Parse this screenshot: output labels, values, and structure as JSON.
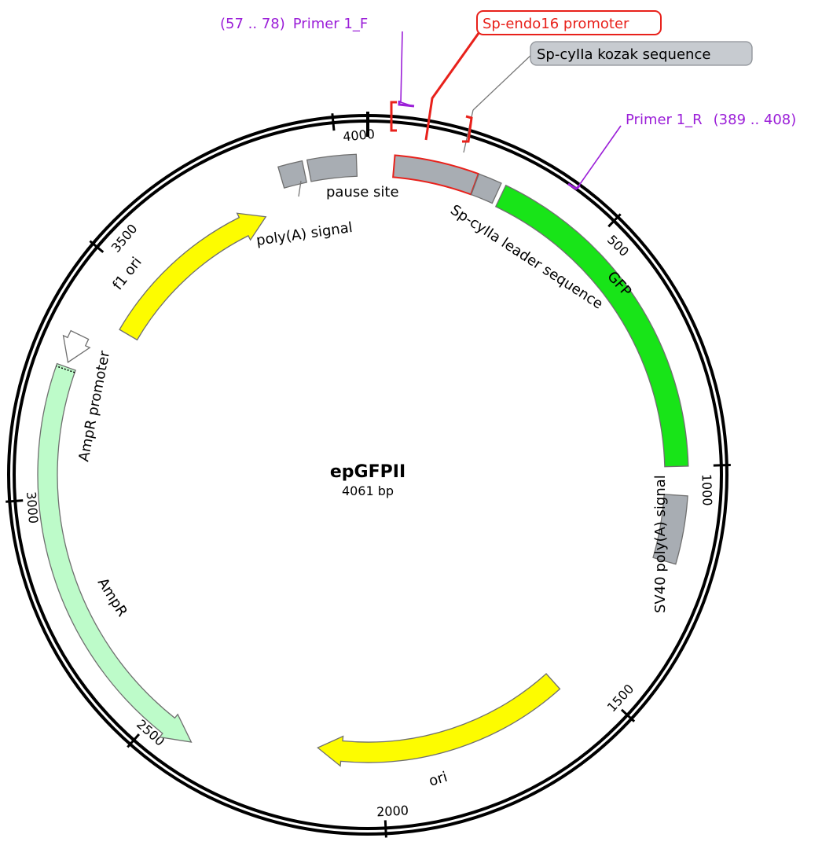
{
  "map": {
    "name": "epGFPII",
    "length_label": "4061 bp",
    "total_bp": 4061
  },
  "ticks": [
    {
      "bp": 500,
      "label": "500"
    },
    {
      "bp": 1000,
      "label": "1000"
    },
    {
      "bp": 1500,
      "label": "1500"
    },
    {
      "bp": 2000,
      "label": "2000"
    },
    {
      "bp": 2500,
      "label": "2500"
    },
    {
      "bp": 3000,
      "label": "3000"
    },
    {
      "bp": 3500,
      "label": "3500"
    },
    {
      "bp": 4000,
      "label": "4000"
    }
  ],
  "features": [
    {
      "id": "sp-endo16-promoter",
      "name": "Sp-endo16 promoter",
      "start": 57,
      "end": 230,
      "type": "box",
      "color": "#a8adb3",
      "outline": "#e8211b"
    },
    {
      "id": "sp-cyiia-kozak",
      "name": "Sp-cyIIa kozak sequence",
      "start": 231,
      "end": 280,
      "type": "box",
      "color": "#a8adb3"
    },
    {
      "id": "sp-cyiia-leader",
      "name": "Sp-cyIIa leader sequence",
      "start": 281,
      "end": 290,
      "type": "box",
      "color": "#a8adb3"
    },
    {
      "id": "gfp",
      "name": "GFP",
      "start": 280,
      "end": 1000,
      "type": "arc",
      "color": "#18e418"
    },
    {
      "id": "sv40-polya",
      "name": "SV40 poly(A) signal",
      "start": 1060,
      "end": 1200,
      "type": "box",
      "color": "#a8adb3"
    },
    {
      "id": "ori",
      "name": "ori",
      "start": 1560,
      "end": 2150,
      "type": "arrow",
      "color": "#fdfc00"
    },
    {
      "id": "ampr",
      "name": "AmpR",
      "start": 2410,
      "end": 3270,
      "type": "arrow-rev",
      "color": "#bdfbc9"
    },
    {
      "id": "ampr-promoter",
      "name": "AmpR promoter",
      "start": 3280,
      "end": 3340,
      "type": "arrow-rev-hollow",
      "color": "#ffffff"
    },
    {
      "id": "f1-ori",
      "name": "f1 ori",
      "start": 3390,
      "end": 3820,
      "type": "arrow",
      "color": "#fdfc00"
    },
    {
      "id": "polya-signal",
      "name": "poly(A) signal",
      "start": 3880,
      "end": 3930,
      "type": "box",
      "color": "#a8adb3"
    },
    {
      "id": "pause-site",
      "name": "pause site",
      "start": 3940,
      "end": 4040,
      "type": "box",
      "color": "#a8adb3"
    }
  ],
  "primers": [
    {
      "id": "primer-1-f",
      "name": "Primer 1_F",
      "range": "(57 .. 78)",
      "start": 57,
      "end": 78
    },
    {
      "id": "primer-1-r",
      "name": "Primer 1_R",
      "range": "(389 .. 408)",
      "start": 389,
      "end": 408
    }
  ],
  "colors": {
    "primer": "#9b1fd8",
    "promoter_callout": "#e8211b",
    "callout_grey": "#c7cbd0"
  }
}
